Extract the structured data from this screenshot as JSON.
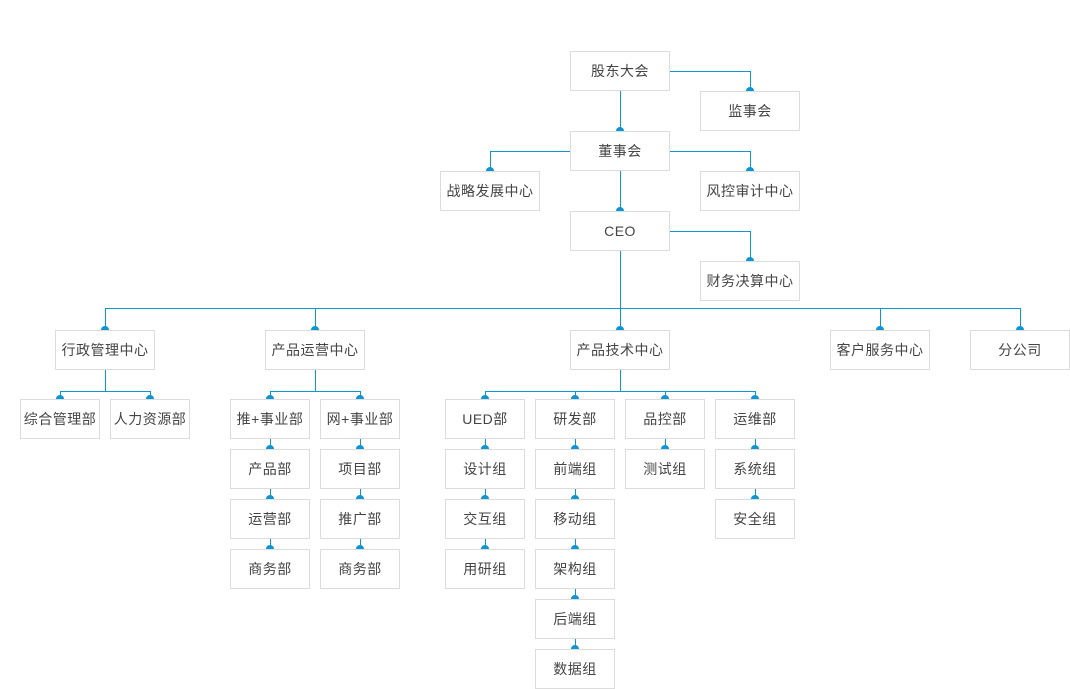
{
  "meta": {
    "title": "公司组织架构图",
    "accent_color": "#0d95d4",
    "box_border_color": "#dcdcdc",
    "text_color": "#444444",
    "background_color": "#ffffff"
  },
  "nodes": {
    "shareholders": "股东大会",
    "supervisory": "监事会",
    "board": "董事会",
    "strategy": "战略发展中心",
    "risk": "风控审计中心",
    "ceo": "CEO",
    "finance": "财务决算中心",
    "admin_center": "行政管理中心",
    "ops_center": "产品运营中心",
    "tech_center": "产品技术中心",
    "service_center": "客户服务中心",
    "branch": "分公司",
    "admin_general": "综合管理部",
    "admin_hr": "人力资源部",
    "ops_tui": "推+事业部",
    "ops_tui_product": "产品部",
    "ops_tui_operation": "运营部",
    "ops_tui_business": "商务部",
    "ops_wang": "网+事业部",
    "ops_wang_project": "项目部",
    "ops_wang_promote": "推广部",
    "ops_wang_business": "商务部",
    "tech_ued": "UED部",
    "tech_ued_design": "设计组",
    "tech_ued_interaction": "交互组",
    "tech_ued_research": "用研组",
    "tech_rd": "研发部",
    "tech_rd_frontend": "前端组",
    "tech_rd_mobile": "移动组",
    "tech_rd_architecture": "架构组",
    "tech_rd_backend": "后端组",
    "tech_rd_data": "数据组",
    "tech_qc": "品控部",
    "tech_qc_test": "测试组",
    "tech_ops": "运维部",
    "tech_ops_system": "系统组",
    "tech_ops_security": "安全组"
  },
  "chart_data": {
    "type": "tree",
    "orientation": "top-down",
    "levels": [
      {
        "level": 0,
        "items": [
          "股东大会"
        ]
      },
      {
        "level": 1,
        "items": [
          "监事会",
          "董事会"
        ]
      },
      {
        "level": 2,
        "items": [
          "战略发展中心",
          "风控审计中心",
          "CEO"
        ]
      },
      {
        "level": 3,
        "items": [
          "财务决算中心"
        ]
      },
      {
        "level": 4,
        "items": [
          "行政管理中心",
          "产品运营中心",
          "产品技术中心",
          "客户服务中心",
          "分公司"
        ]
      }
    ],
    "edges": [
      {
        "from": "股东大会",
        "to": "监事会"
      },
      {
        "from": "股东大会",
        "to": "董事会"
      },
      {
        "from": "董事会",
        "to": "战略发展中心"
      },
      {
        "from": "董事会",
        "to": "风控审计中心"
      },
      {
        "from": "董事会",
        "to": "CEO"
      },
      {
        "from": "CEO",
        "to": "财务决算中心"
      },
      {
        "from": "CEO",
        "to": "行政管理中心"
      },
      {
        "from": "CEO",
        "to": "产品运营中心"
      },
      {
        "from": "CEO",
        "to": "产品技术中心"
      },
      {
        "from": "CEO",
        "to": "客户服务中心"
      },
      {
        "from": "CEO",
        "to": "分公司"
      },
      {
        "from": "行政管理中心",
        "to": "综合管理部"
      },
      {
        "from": "行政管理中心",
        "to": "人力资源部"
      },
      {
        "from": "产品运营中心",
        "to": "推+事业部"
      },
      {
        "from": "产品运营中心",
        "to": "网+事业部"
      },
      {
        "from": "推+事业部",
        "to": "产品部"
      },
      {
        "from": "产品部",
        "to": "运营部"
      },
      {
        "from": "运营部",
        "to": "商务部"
      },
      {
        "from": "网+事业部",
        "to": "项目部"
      },
      {
        "from": "项目部",
        "to": "推广部"
      },
      {
        "from": "推广部",
        "to": "商务部"
      },
      {
        "from": "产品技术中心",
        "to": "UED部"
      },
      {
        "from": "产品技术中心",
        "to": "研发部"
      },
      {
        "from": "产品技术中心",
        "to": "品控部"
      },
      {
        "from": "产品技术中心",
        "to": "运维部"
      },
      {
        "from": "UED部",
        "to": "设计组"
      },
      {
        "from": "设计组",
        "to": "交互组"
      },
      {
        "from": "交互组",
        "to": "用研组"
      },
      {
        "from": "研发部",
        "to": "前端组"
      },
      {
        "from": "前端组",
        "to": "移动组"
      },
      {
        "from": "移动组",
        "to": "架构组"
      },
      {
        "from": "架构组",
        "to": "后端组"
      },
      {
        "from": "后端组",
        "to": "数据组"
      },
      {
        "from": "品控部",
        "to": "测试组"
      },
      {
        "from": "运维部",
        "to": "系统组"
      },
      {
        "from": "系统组",
        "to": "安全组"
      }
    ]
  }
}
